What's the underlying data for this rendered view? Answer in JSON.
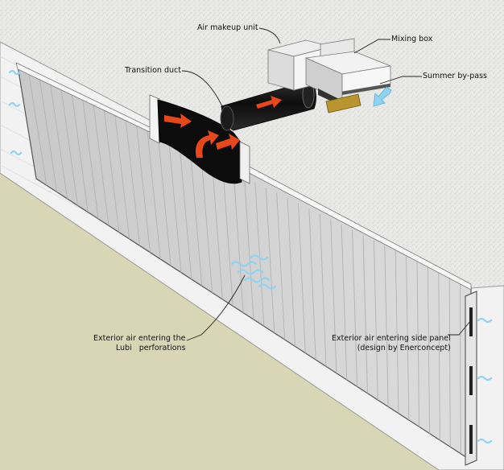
{
  "labels": {
    "air_makeup_unit": "Air makeup unit",
    "mixing_box": "Mixing box",
    "transition_duct": "Transition duct",
    "summer_bypass": "Summer by-pass",
    "exterior_air_perforations_line1": "Exterior air entering the",
    "exterior_air_perforations_line2": "Lubi   perforations",
    "exterior_air_side_panel_line1": "Exterior air entering side panel",
    "exterior_air_side_panel_line2": "(design by Enerconcept)"
  },
  "colors": {
    "roof": "#e7e7e5",
    "ground": "#d8d6b5",
    "wall": "#f3f3f3",
    "panel": "#d3d3d3",
    "duct": "#1a1a1a",
    "hot_air_arrow": "#e8471a",
    "cold_air_arrow": "#8fd3f2"
  }
}
